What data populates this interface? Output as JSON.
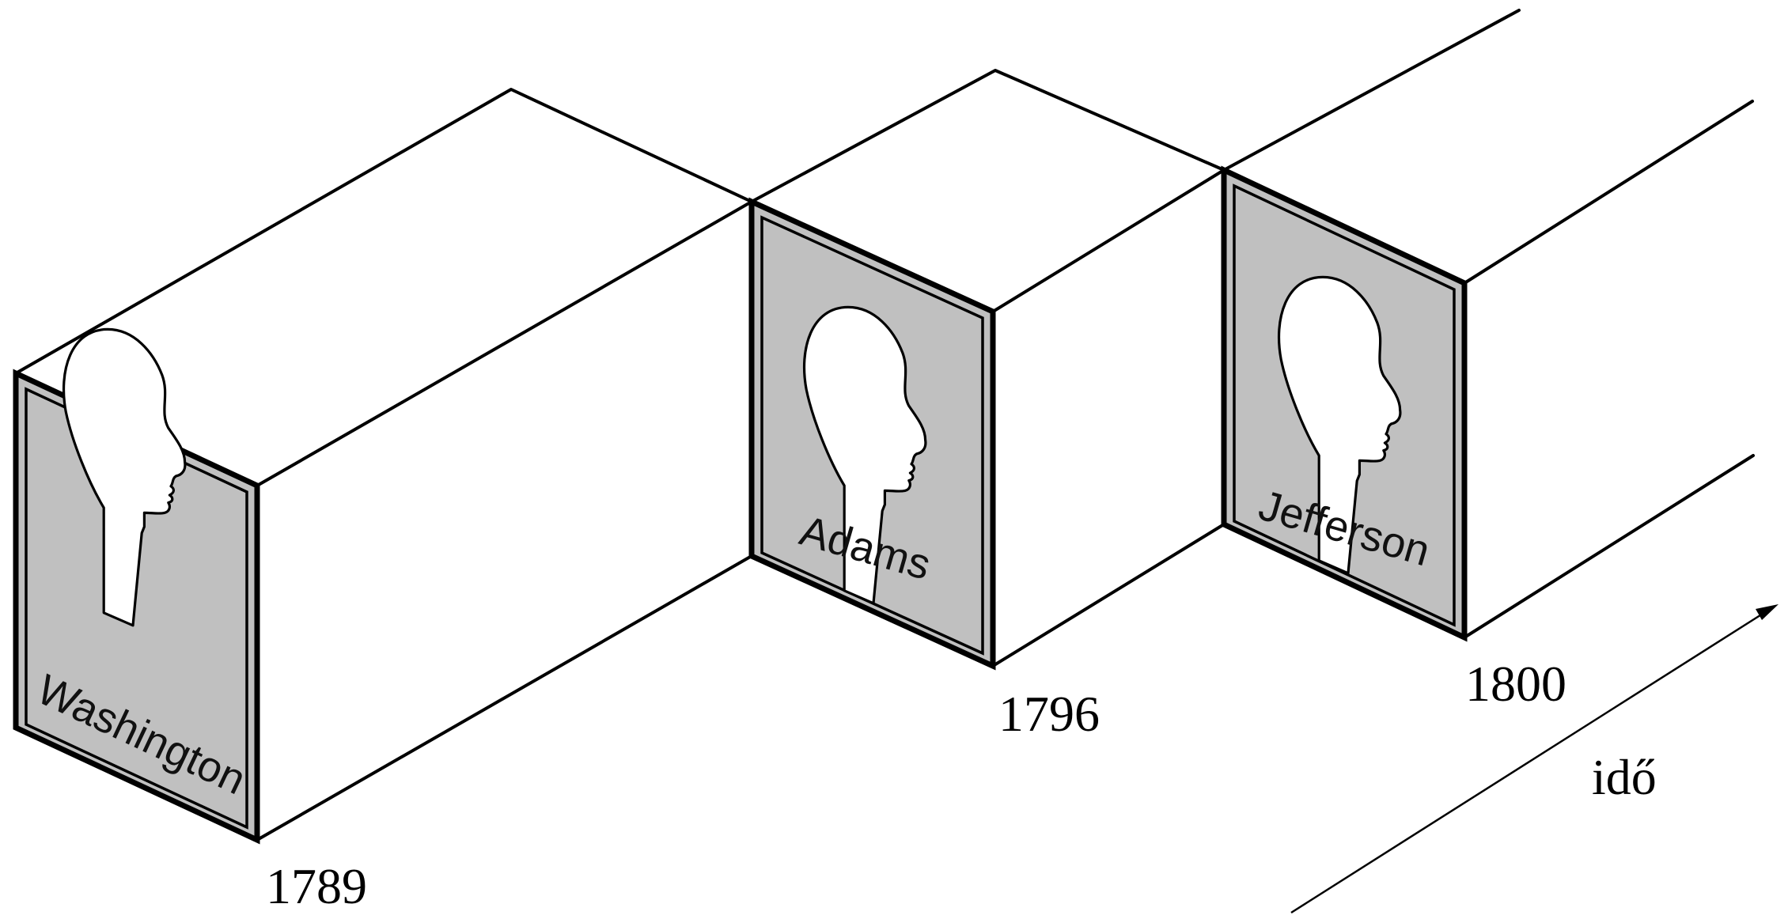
{
  "blocks": [
    {
      "name": "Washington",
      "year": "1789"
    },
    {
      "name": "Adams",
      "year": "1796"
    },
    {
      "name": "Jefferson",
      "year": "1800"
    }
  ],
  "time_axis_label": "idő",
  "colors": {
    "face": "#c0c0c0",
    "edge": "#000000",
    "background": "#ffffff"
  }
}
